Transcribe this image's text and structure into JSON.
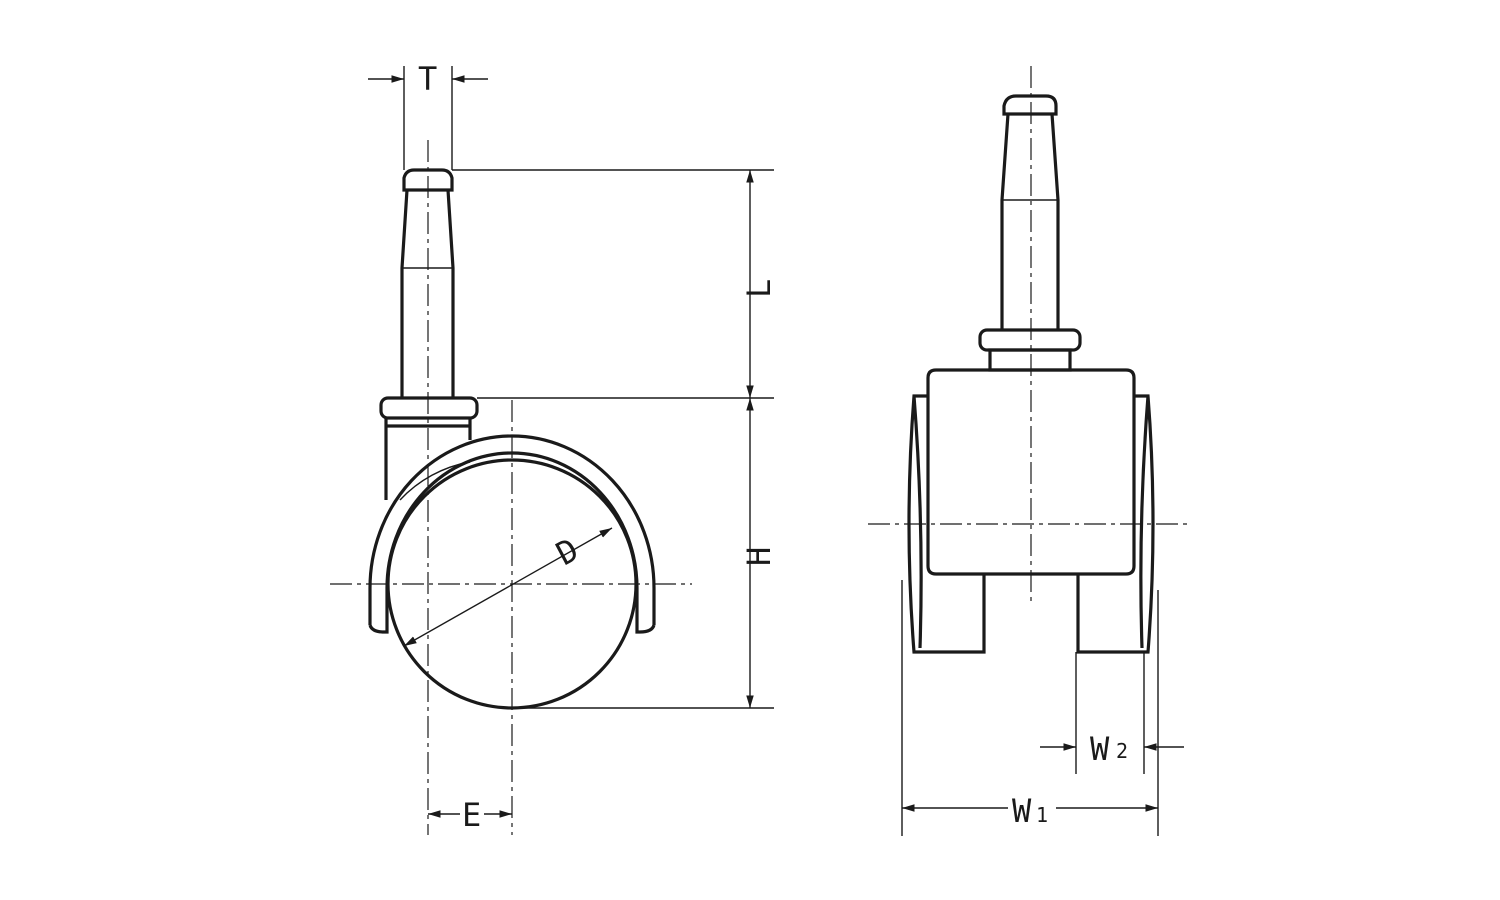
{
  "labels": {
    "T": "T",
    "L": "L",
    "H": "H",
    "D": "D",
    "E": "E",
    "W2_main": "W",
    "W2_sub": "2",
    "W1_main": "W",
    "W1_sub": "1"
  },
  "colors": {
    "ink": "#1a1a1a",
    "background": "#ffffff"
  }
}
